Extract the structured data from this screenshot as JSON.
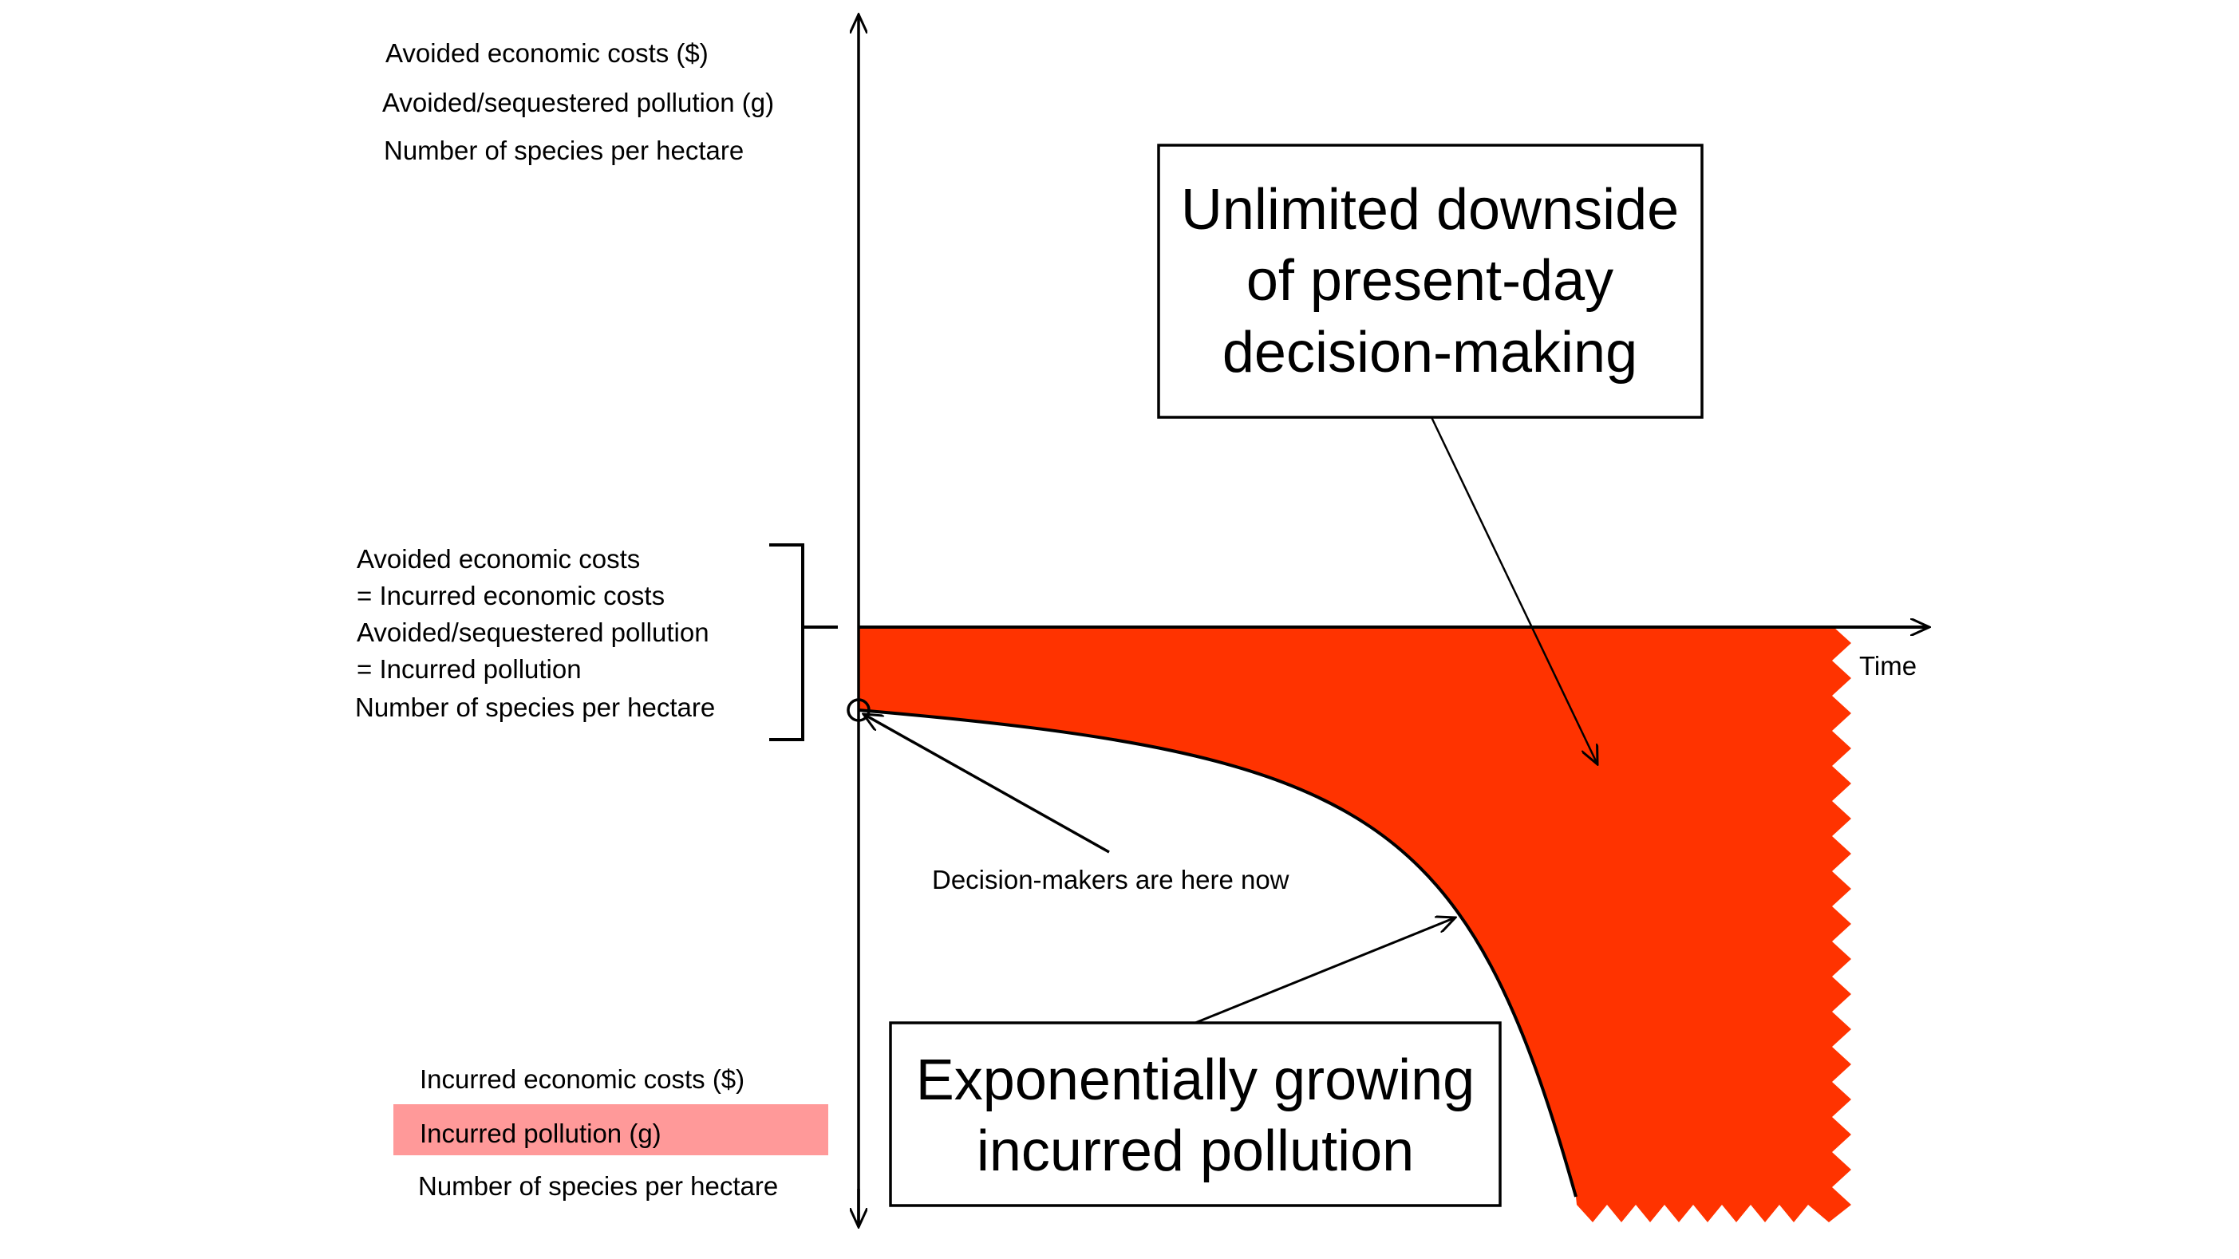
{
  "colors": {
    "fill_area": "#ff3300",
    "highlight": "#ff9999",
    "line": "#000000",
    "background": "#ffffff"
  },
  "axes": {
    "x_label": "Time"
  },
  "top_labels": [
    "Avoided economic costs ($)",
    "Avoided/sequestered pollution (g)",
    "Number of species per hectare"
  ],
  "middle_labels": [
    "Avoided economic costs",
    "= Incurred economic costs",
    "Avoided/sequestered pollution",
    "= Incurred pollution",
    "Number of species per hectare"
  ],
  "bottom_labels": [
    "Incurred economic costs ($)",
    "Incurred pollution (g)",
    "Number of species per hectare"
  ],
  "highlighted_bottom_label": "Incurred pollution (g)",
  "callouts": {
    "downside": {
      "lines": [
        "Unlimited downside",
        "of present-day",
        "decision-making"
      ]
    },
    "exponential": {
      "lines": [
        "Exponentially growing",
        "incurred pollution"
      ]
    },
    "now": "Decision-makers are here now"
  }
}
